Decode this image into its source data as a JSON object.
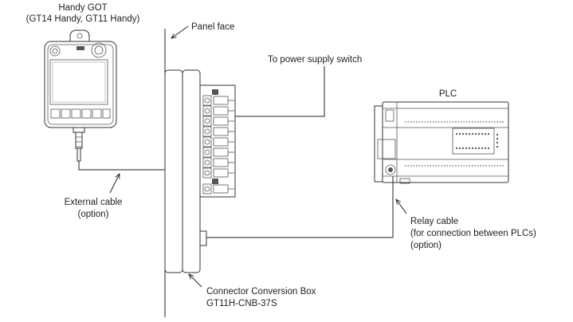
{
  "labels": {
    "handy_got_title": "Handy GOT",
    "handy_got_models": "(GT14 Handy, GT11 Handy)",
    "panel_face": "Panel face",
    "power_switch": "To power supply switch",
    "plc": "PLC",
    "external_cable_line1": "External cable",
    "external_cable_line2": "(option)",
    "relay_cable_line1": "Relay cable",
    "relay_cable_line2": "(for connection between PLCs)",
    "relay_cable_line3": "(option)",
    "connector_box_line1": "Connector Conversion Box",
    "connector_box_line2": "GT11H-CNB-37S"
  },
  "colors": {
    "line": "#222222",
    "device_fill": "#ffffff",
    "detail": "#555555"
  }
}
